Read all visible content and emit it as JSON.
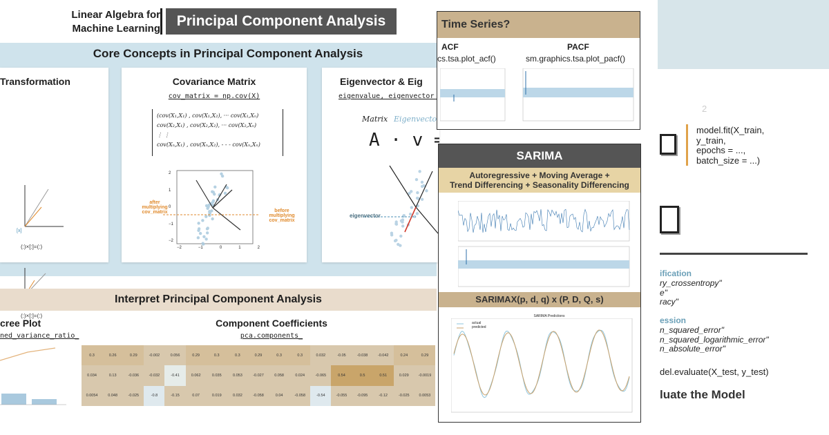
{
  "header": {
    "left_line1": "Linear Algebra for",
    "left_line2": "Machine Learning",
    "title": "Principal Component Analysis"
  },
  "core": {
    "band_title": "Core Concepts in Principal Component Analysis",
    "card1_title": "Transformation",
    "card2": {
      "title": "Covariance Matrix",
      "code": "cov_matrix = np.cov(X)",
      "matrix_rows": [
        "(cov(X₁,X₁) , cov(X₁,X₂), ··· cov(X₁,Xₙ)",
        "cov(X₂,X₁) , cov(X₂,X₂), ··· cov(X₂,Xₙ)",
        "⋮                          ⋮",
        "cov(Xₙ,X₁) , cov(Xₙ,X₂), - - - cov(Xₙ,Xₙ)"
      ],
      "label_after": "after multiplying cov_matrix",
      "label_before": "before multiplying cov_matrix",
      "ticks_x": [
        "−2",
        "−1",
        "0",
        "1",
        "2"
      ],
      "ticks_y": [
        "2",
        "1",
        "0",
        "−1",
        "−2"
      ]
    },
    "card3": {
      "title": "Eigenvector & Eig",
      "code": "eigenvalue, eigenvector = e",
      "matrix_word": "Matrix",
      "eig_word": "Eigenvector",
      "equation": "A · v =",
      "label_eigenvector": "eigenvector"
    }
  },
  "interpret": {
    "band_title": "Interpret Principal Component Analysis",
    "scree_title": "cree Plot",
    "scree_code": "ned_variance_ratio_",
    "coef_title": "Component Coefficients",
    "coef_code": "pca.components_",
    "rows": [
      [
        "0.3",
        "0.26",
        "0.29",
        "-0.002",
        "0.056",
        "0.29",
        "0.3",
        "0.3",
        "0.29",
        "0.3",
        "0.3",
        "0.032",
        "-0.05",
        "-0.038",
        "-0.042",
        "0.24",
        "0.29"
      ],
      [
        "0.034",
        "0.13",
        "-0.036",
        "-0.032",
        "-0.41",
        "0.062",
        "0.035",
        "0.053",
        "-0.027",
        "0.058",
        "0.024",
        "-0.065",
        "0.54",
        "0.5",
        "0.51",
        "0.029",
        "-0.0019"
      ],
      [
        "0.0054",
        "0.048",
        "-0.025",
        "-0.8",
        "-0.15",
        "0.07",
        "0.019",
        "0.032",
        "-0.058",
        "0.04",
        "-0.058",
        "-0.54",
        "-0.055",
        "-0.095",
        "-0.12",
        "-0.025",
        "0.0053"
      ]
    ]
  },
  "timeseries": {
    "header": "Time Series?",
    "acf_title": "ACF",
    "acf_code": "cs.tsa.plot_acf()",
    "pacf_title": "PACF",
    "pacf_code": "sm.graphics.tsa.plot_pacf()"
  },
  "sarima": {
    "title": "SARIMA",
    "subtitle_line1": "Autoregressive + Moving Average +",
    "subtitle_line2": "Trend Differencing + Seasonality Differencing",
    "sarimax": "SARIMAX(p, d, q) x (P, D, Q, s)",
    "pred_title": "SARIMA Predictions",
    "legend_actual": "actual",
    "legend_predicted": "predicted"
  },
  "right": {
    "code_lines": [
      "model.fit(X_train,",
      "y_train,",
      "epochs = ...,",
      "batch_size = ...)"
    ],
    "classif_label": "ification",
    "classif_lines": [
      "ry_crossentropy\"",
      "e\"",
      "racy\""
    ],
    "regr_label": "ession",
    "regr_lines": [
      "n_squared_error\"",
      "n_squared_logarithmic_error\"",
      "n_absolute_error\""
    ],
    "eval_code": "del.evaluate(X_test, y_test)",
    "eval_title": "luate the Model",
    "step_num": "2"
  }
}
